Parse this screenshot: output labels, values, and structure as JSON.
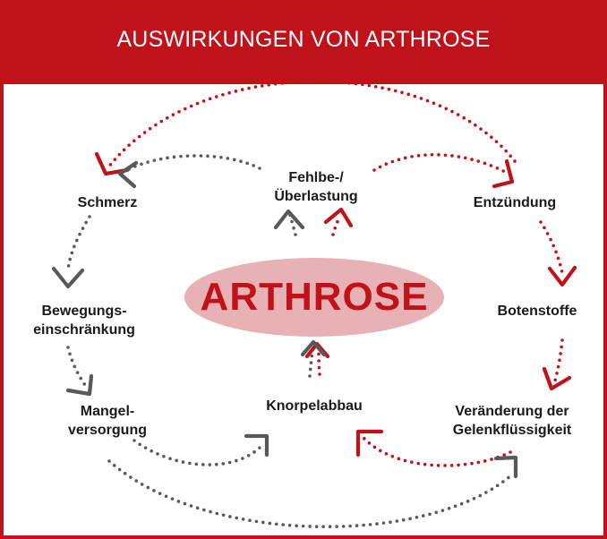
{
  "header": {
    "title": "AUSWIRKUNGEN VON ARTHROSE"
  },
  "center": {
    "label": "ARTHROSE"
  },
  "nodes": {
    "fehlbelastung": [
      "Fehlbe-/",
      "Überlastung"
    ],
    "schmerz": [
      "Schmerz"
    ],
    "entzuendung": [
      "Entzündung"
    ],
    "bewegung": [
      "Bewegungs-",
      "einschränkung"
    ],
    "botenstoffe": [
      "Botenstoffe"
    ],
    "mangel": [
      "Mangel-",
      "versorgung"
    ],
    "knorpel": [
      "Knorpelabbau"
    ],
    "gelenk": [
      "Veränderung der",
      "Gelenkflüssigkeit"
    ]
  },
  "colors": {
    "red": "#c0121a",
    "gray": "#595959",
    "ellipse": "#e8b2b4",
    "text": "#1a1a1a"
  }
}
